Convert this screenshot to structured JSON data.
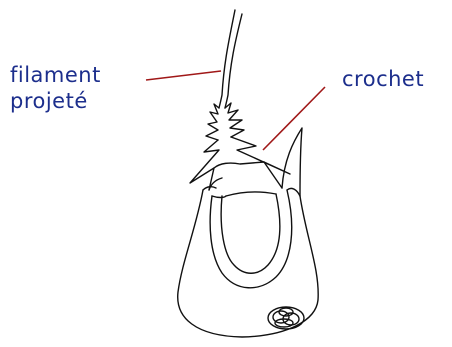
{
  "labels": {
    "filament_line1": "filament",
    "filament_line2": "projeté",
    "crochet": "crochet"
  },
  "colors": {
    "label_text": "#1c2e8c",
    "leader_line": "#a01818",
    "drawing": "#111111"
  }
}
